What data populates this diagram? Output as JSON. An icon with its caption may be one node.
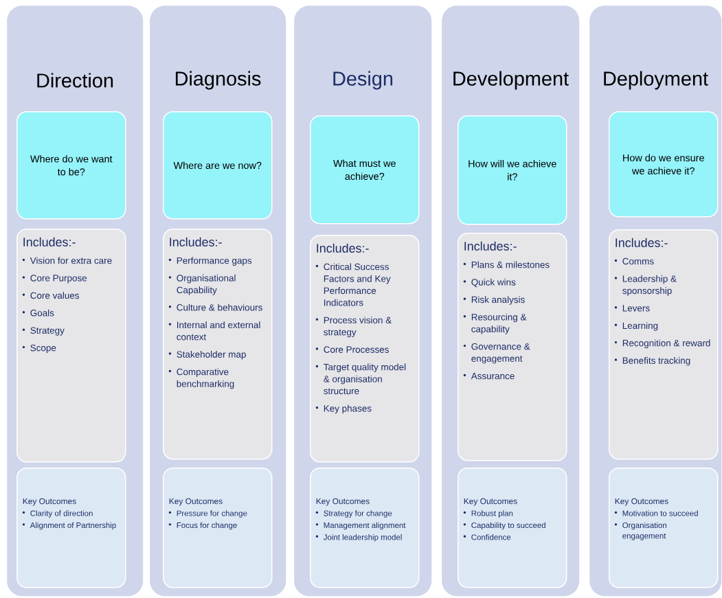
{
  "diagram": {
    "nodes": [
      {
        "text": [
          "Direction"
        ]
      },
      {
        "text": [
          "Where do we want to be?"
        ],
        "in": 0
      },
      {
        "text": [
          "Includes:-",
          "Vision for extra care",
          "Core Purpose",
          "Core values",
          "Goals",
          "Strategy",
          "Scope"
        ],
        "in": 0
      },
      {
        "text": [
          "Key Outcomes",
          "Clarity of direction",
          "Alignment of Partnership"
        ],
        "in": 0
      },
      {
        "text": [
          "Diagnosis"
        ]
      },
      {
        "text": [
          "Where are we now?"
        ],
        "in": 4
      },
      {
        "text": [
          "Includes:-",
          "Performance gaps",
          "Organisational Capability",
          "Culture & behaviours",
          "Internal and external context",
          "Stakeholder map",
          "Comparative benchmarking"
        ],
        "in": 4
      },
      {
        "text": [
          "Key Outcomes",
          "Pressure for change",
          "Focus for change"
        ],
        "in": 4
      },
      {
        "text": [
          "Design"
        ]
      },
      {
        "text": [
          "What must we achieve?"
        ],
        "in": 8
      },
      {
        "text": [
          "Includes:-",
          "Critical Success Factors and Key Performance Indicators",
          "Process vision & strategy",
          "Core Processes",
          "Target quality model & organisation structure",
          "Key phases"
        ],
        "in": 8
      },
      {
        "text": [
          "Key Outcomes",
          "Strategy for change",
          "Management alignment",
          "Joint leadership model"
        ],
        "in": 8
      },
      {
        "text": [
          "Development"
        ]
      },
      {
        "text": [
          "How will we achieve it?"
        ],
        "in": 12
      },
      {
        "text": [
          "Includes:-",
          "Plans & milestones",
          "Quick wins",
          "Risk analysis",
          "Resourcing & capability",
          "Governance & engagement",
          "Assurance"
        ],
        "in": 12
      },
      {
        "text": [
          "Key Outcomes",
          "Robust plan",
          "Capability to succeed",
          "Confidence"
        ],
        "in": 12
      },
      {
        "text": [
          "Deployment"
        ]
      },
      {
        "text": [
          "How do we ensure we achieve it?"
        ],
        "in": 16
      },
      {
        "text": [
          "Includes:-",
          "Comms",
          "Leadership & sponsorship",
          "Levers",
          "Learning",
          "Recognition & reward",
          "Benefits tracking"
        ],
        "in": 16
      },
      {
        "text": [
          "Key Outcomes",
          "Motivation to succeed",
          "Organisation engagement"
        ],
        "in": 16
      }
    ]
  }
}
